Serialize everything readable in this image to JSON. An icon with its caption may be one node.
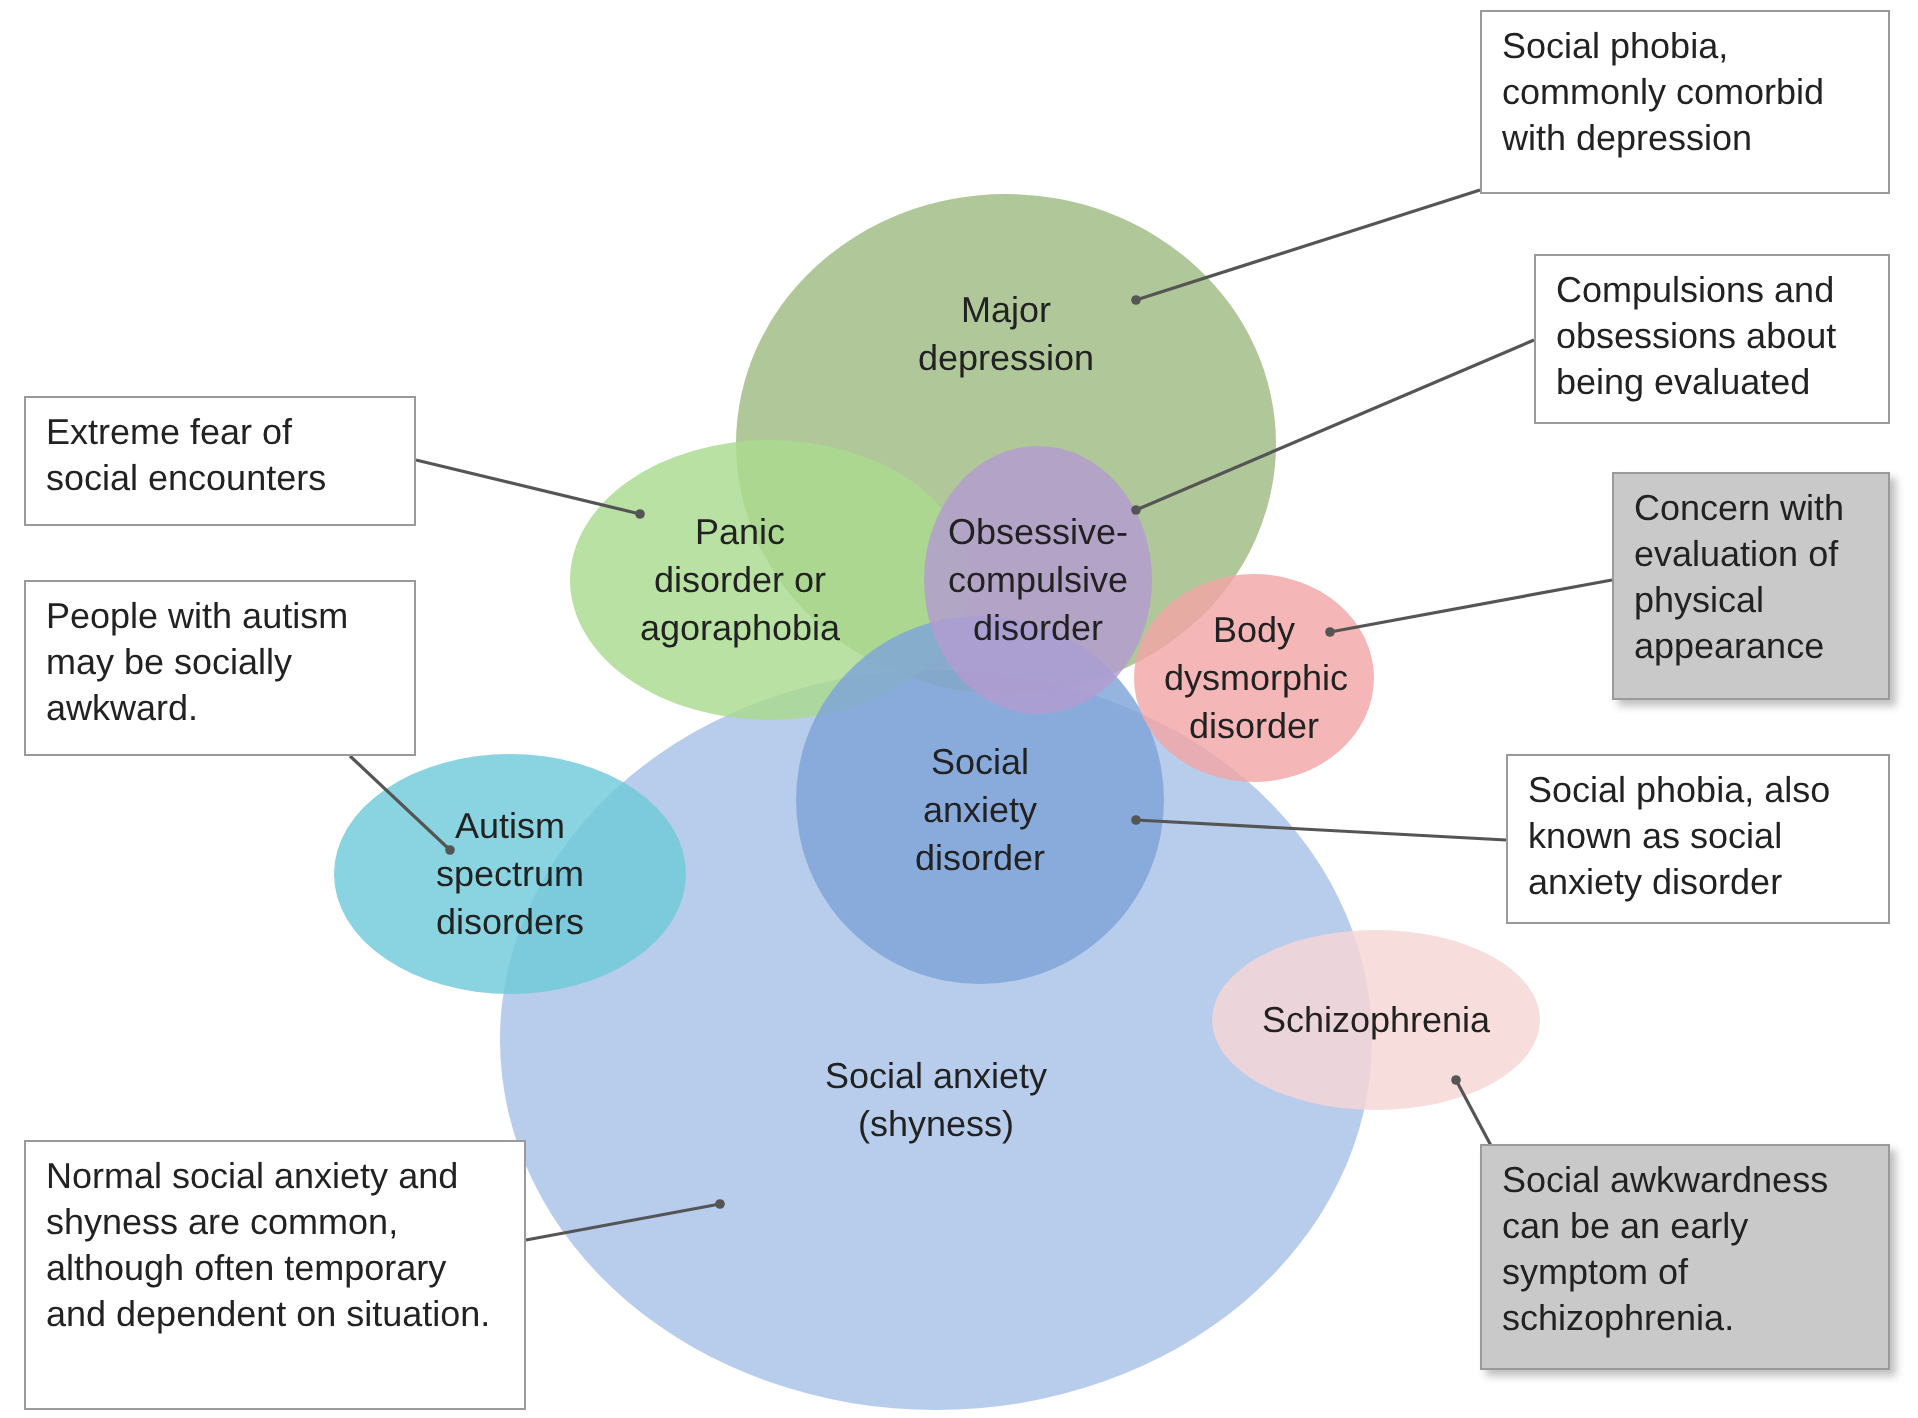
{
  "diagram": {
    "nodes": [
      {
        "text": [
          "Social phobia, commonly comorbid with depression"
        ]
      },
      {
        "text": [
          "Major depression"
        ]
      },
      {
        "text": [
          "Compulsions and obsessions about being evaluated"
        ]
      },
      {
        "text": [
          "Extreme fear of social encounters"
        ]
      },
      {
        "text": [
          "Panic disorder or agoraphobia"
        ]
      },
      {
        "text": [
          "Obsessive-compulsive disorder"
        ]
      },
      {
        "text": [
          "Concern with evaluation of physical appearance"
        ]
      },
      {
        "text": [
          "Body dysmorphic disorder"
        ]
      },
      {
        "text": [
          "People with autism may be socially awkward."
        ]
      },
      {
        "text": [
          "Social anxiety disorder"
        ]
      },
      {
        "text": [
          "Social phobia, also known as social anxiety disorder"
        ]
      },
      {
        "text": [
          "Autism spectrum disorders"
        ]
      },
      {
        "text": [
          "Social anxiety (shyness)"
        ]
      },
      {
        "text": [
          "Schizophrenia"
        ]
      },
      {
        "text": [
          "Normal social anxiety and shyness are common, although often temporary and dependent on situation."
        ]
      },
      {
        "text": [
          "Social awkwardness can be an early symptom of schizophrenia."
        ]
      }
    ],
    "edges": [
      {
        "from": 0,
        "to": 1,
        "arrow": "other"
      },
      {
        "from": 2,
        "to": 5,
        "arrow": "other"
      },
      {
        "from": 3,
        "to": 4,
        "arrow": "other"
      },
      {
        "from": 6,
        "to": 7,
        "arrow": "other"
      },
      {
        "from": 8,
        "to": 11,
        "arrow": "other"
      },
      {
        "from": 10,
        "to": 9,
        "arrow": "other"
      },
      {
        "from": 14,
        "to": 12,
        "arrow": "other"
      },
      {
        "from": 15,
        "to": 13,
        "arrow": "other"
      }
    ]
  }
}
